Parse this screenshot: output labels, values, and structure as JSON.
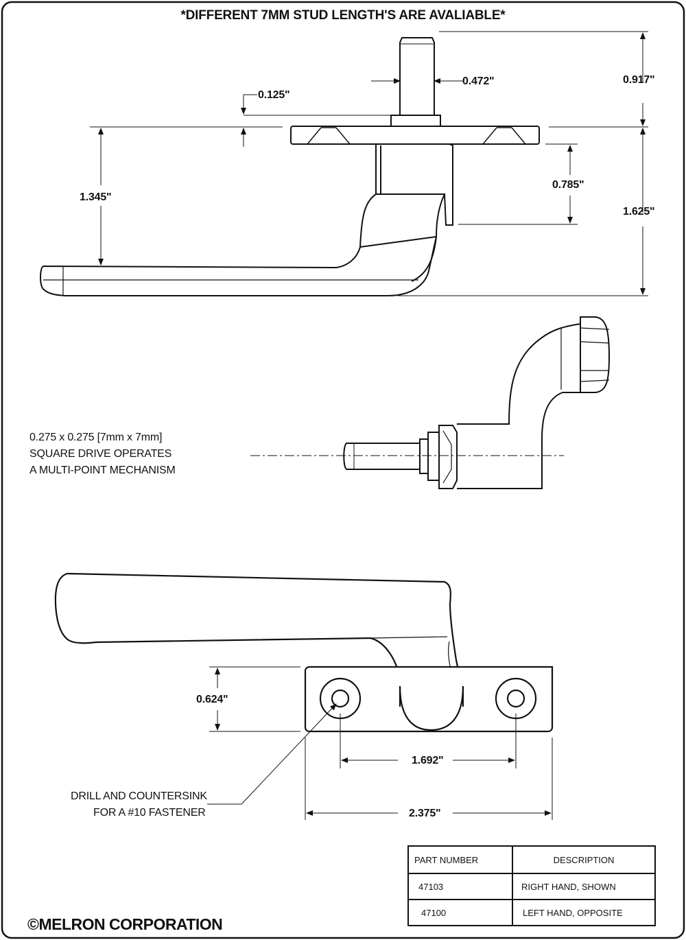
{
  "title": "*DIFFERENT 7MM STUD LENGTH'S ARE AVALIABLE*",
  "dimensions": {
    "d_0472": "0.472\"",
    "d_0125": "0.125\"",
    "d_0917": "0.917\"",
    "d_1345": "1.345\"",
    "d_0785": "0.785\"",
    "d_1625": "1.625\"",
    "d_0624": "0.624\"",
    "d_1692": "1.692\"",
    "d_2375": "2.375\""
  },
  "drive_note": {
    "line1": "0.275 x 0.275 [7mm x 7mm]",
    "line2": "SQUARE DRIVE OPERATES",
    "line3": "A MULTI-POINT MECHANISM"
  },
  "drill_note": {
    "line1": "DRILL AND COUNTERSINK",
    "line2": "FOR A #10 FASTENER"
  },
  "table": {
    "headers": [
      "PART NUMBER",
      "DESCRIPTION"
    ],
    "rows": [
      [
        "47103",
        "RIGHT HAND, SHOWN"
      ],
      [
        "47100",
        "LEFT HAND, OPPOSITE"
      ]
    ]
  },
  "copyright": "©MELRON CORPORATION"
}
